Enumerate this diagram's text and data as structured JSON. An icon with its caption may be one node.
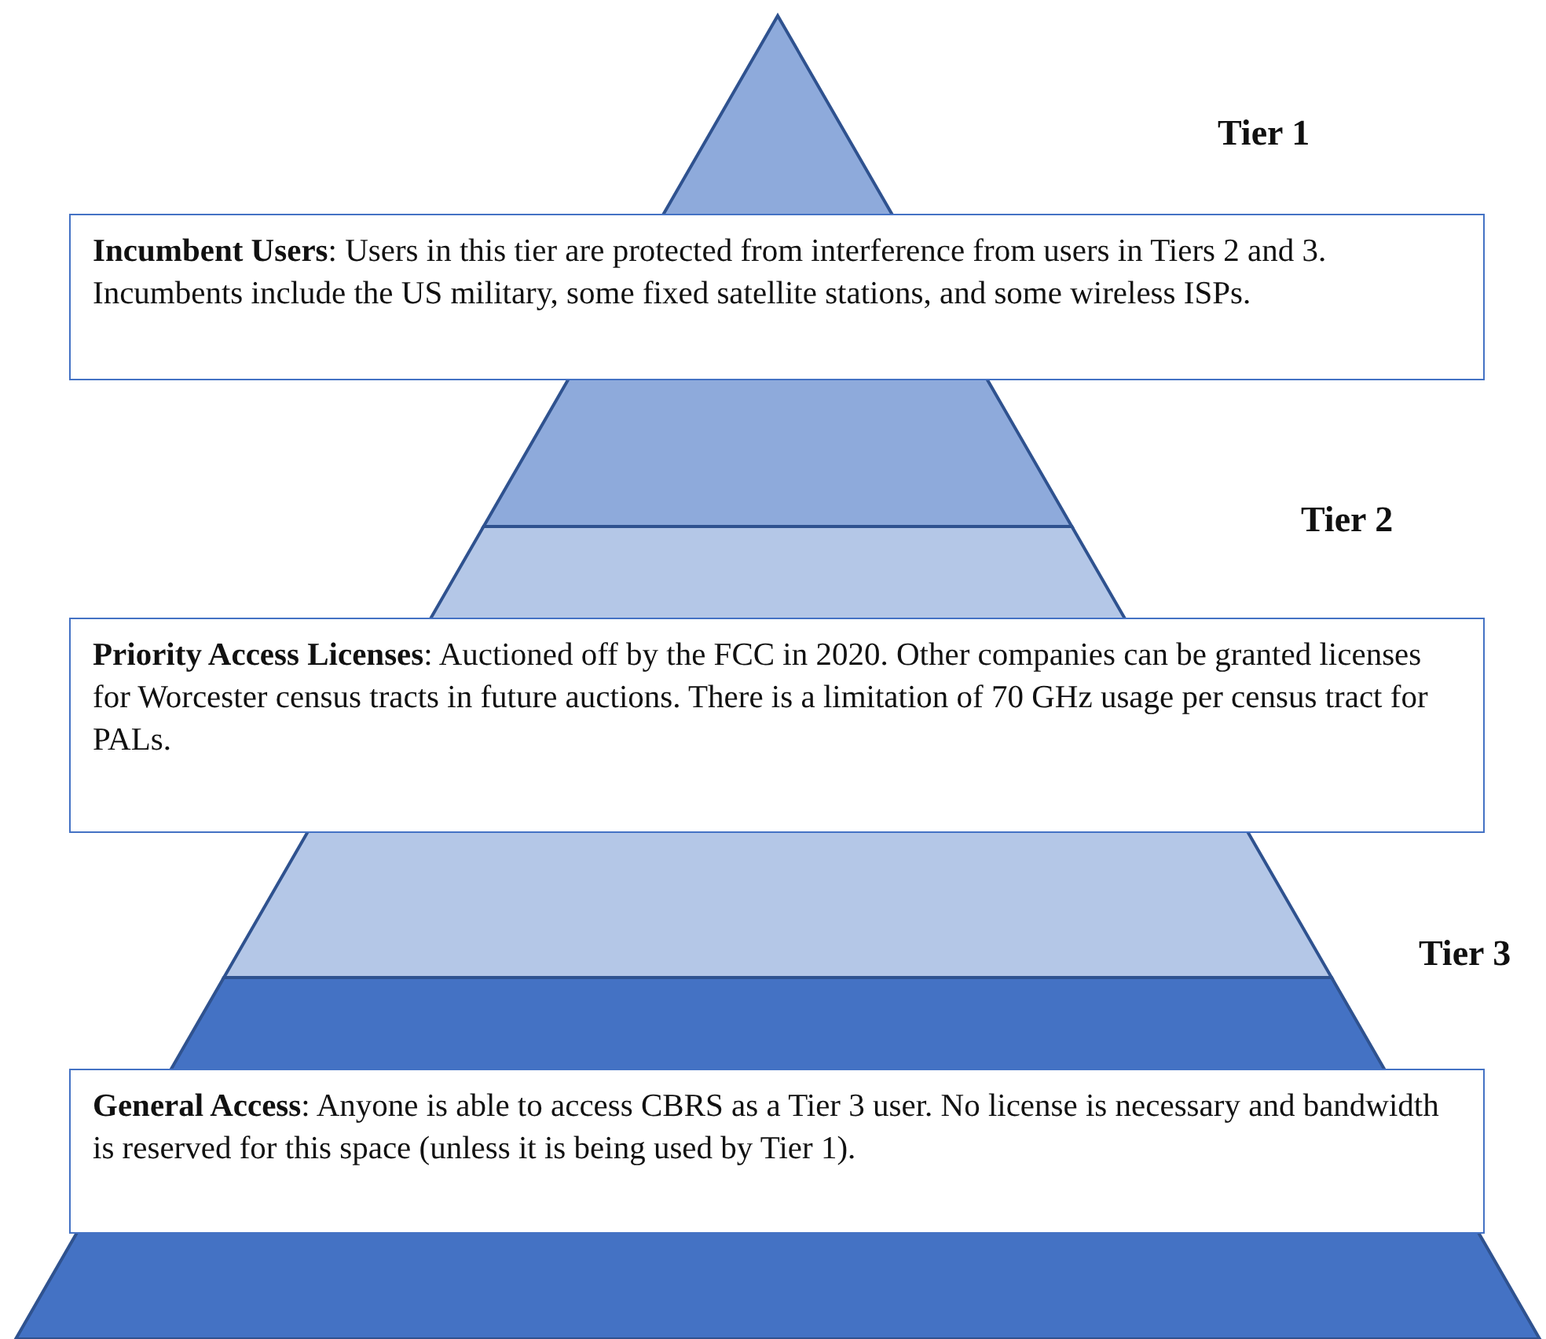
{
  "diagram": {
    "nodes": [
      {
        "text": [
          "**Incumbent Users**: Users in this tier are protected from interference from users in Tiers 2 and 3. Incumbents include the US military, some fixed satellite stations, and some wireless ISPs."
        ]
      },
      {
        "text": [
          "**Priority Access Licenses**: Auctioned off by the FCC in 2020. Other companies can be granted licenses for Worcester census tracts in future auctions. There is a limitation of 70 GHz usage per census tract for PALs."
        ]
      },
      {
        "text": [
          "**General Access**: Anyone is able to access CBRS as a Tier 3 user. No license is necessary and bandwidth is reserved for this space (unless it is being used by Tier 1)."
        ]
      }
    ],
    "labels": [
      "Tier 1",
      "Tier 2",
      "Tier 3"
    ]
  }
}
